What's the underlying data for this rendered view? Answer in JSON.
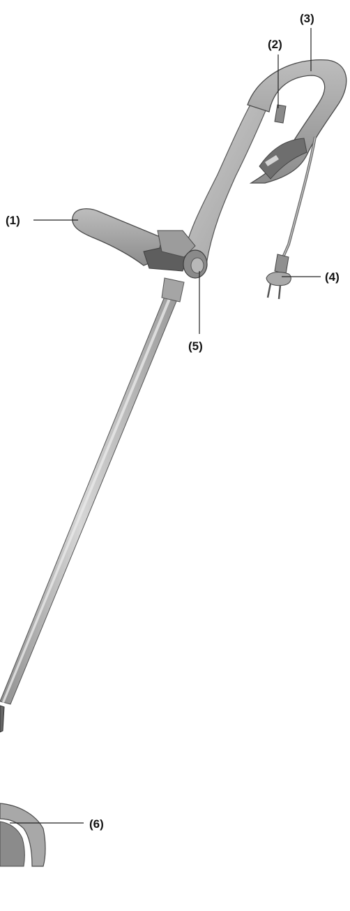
{
  "figure": {
    "subject": "grass trimmer",
    "callouts": [
      {
        "id": "1",
        "label": "(1)"
      },
      {
        "id": "2",
        "label": "(2)"
      },
      {
        "id": "3",
        "label": "(3)"
      },
      {
        "id": "4",
        "label": "(4)"
      },
      {
        "id": "5",
        "label": "(5)"
      },
      {
        "id": "6",
        "label": "(6)"
      }
    ]
  },
  "colors": {
    "body_light": "#c9c9c9",
    "body_mid": "#a8a8a8",
    "body_dark": "#7a7a7a",
    "grip_dark": "#5c5c5c",
    "outline": "#4a4a4a",
    "label": "#111111"
  }
}
